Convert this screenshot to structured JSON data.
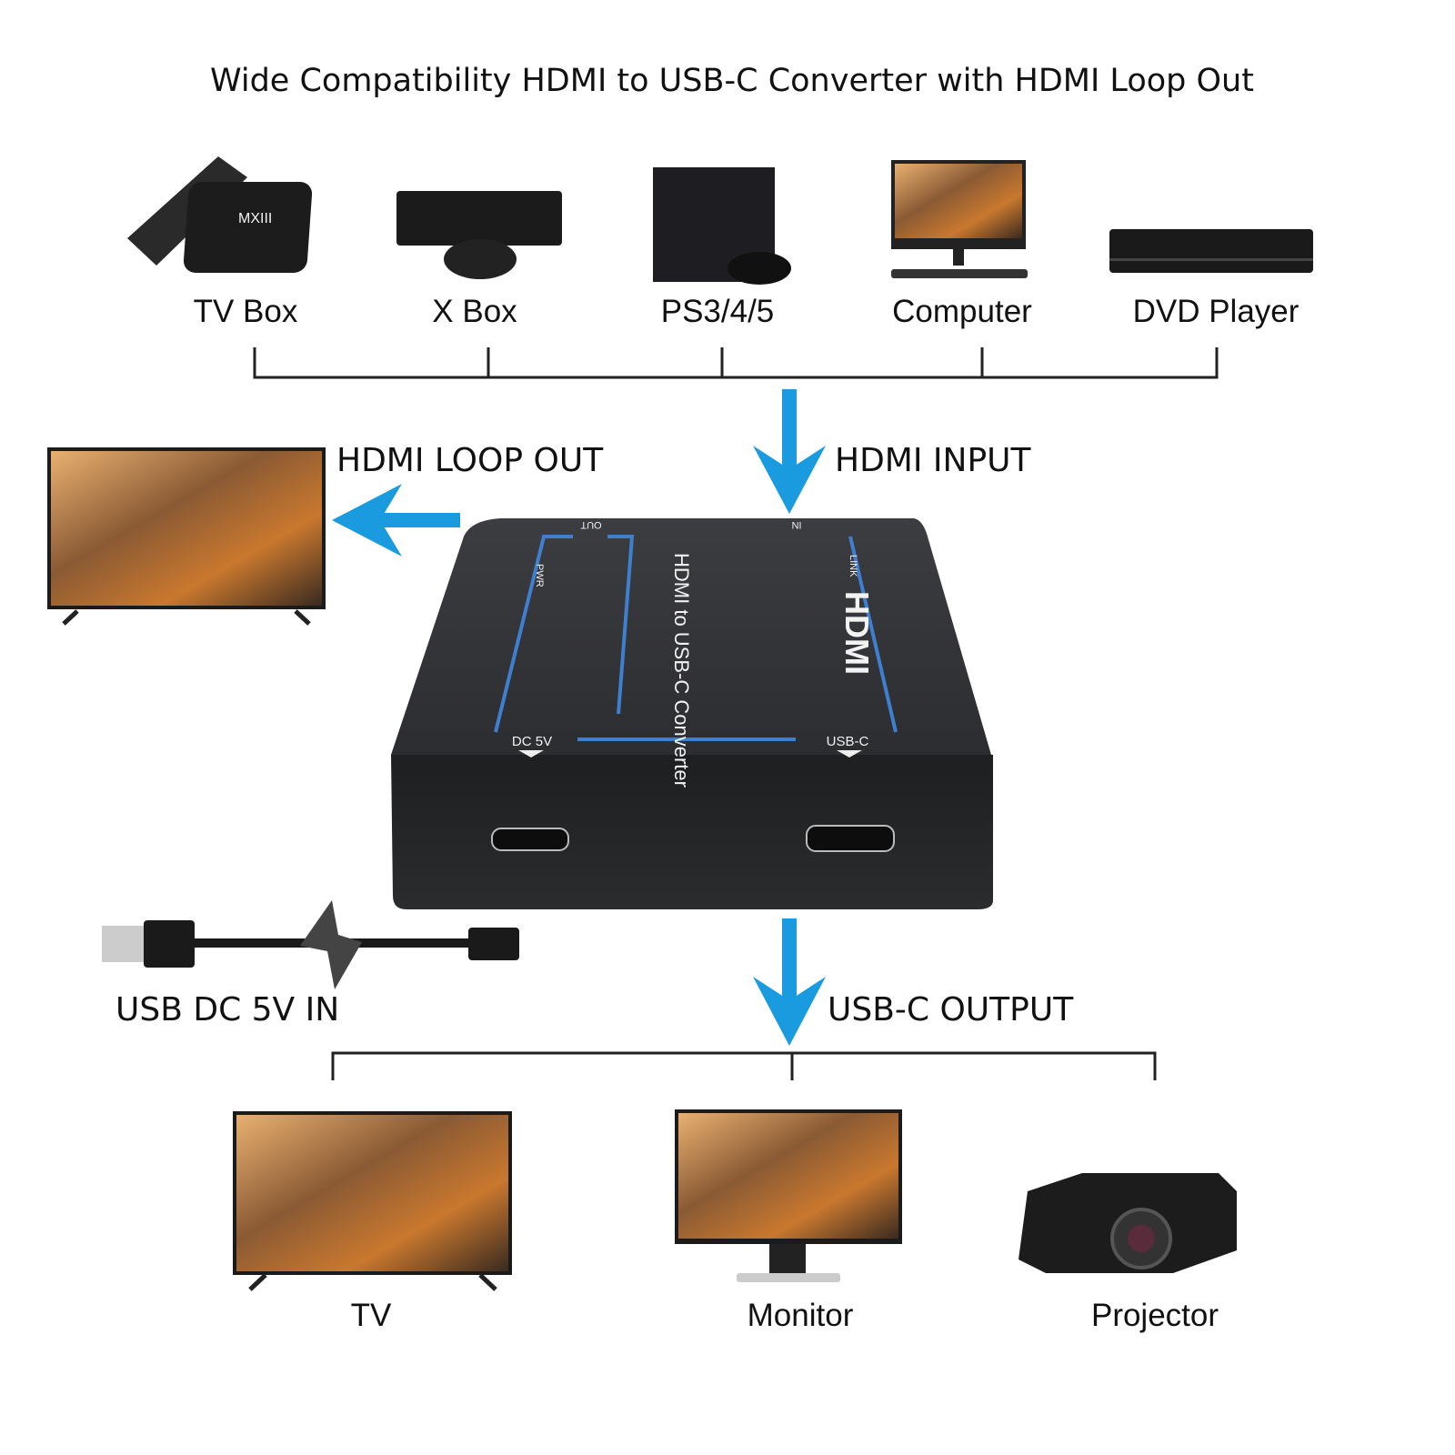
{
  "title": "Wide Compatibility HDMI to USB-C Converter with HDMI Loop Out",
  "sources": [
    {
      "label": "TV Box",
      "icon": "tv-box-icon"
    },
    {
      "label": "X Box",
      "icon": "xbox-icon"
    },
    {
      "label": "PS3/4/5",
      "icon": "playstation-icon"
    },
    {
      "label": "Computer",
      "icon": "computer-icon"
    },
    {
      "label": "DVD Player",
      "icon": "dvd-player-icon"
    }
  ],
  "tv_box_brand": "MXIII",
  "arrows": {
    "hdmi_input": "HDMI INPUT",
    "hdmi_loop_out": "HDMI LOOP OUT",
    "usb_c_output": "USB-C OUTPUT",
    "usb_power": "USB DC 5V IN"
  },
  "device": {
    "name": "HDMI to USB-C Converter",
    "logo": "HDMI",
    "out": "OUT",
    "in": "IN",
    "pwr": "PWR",
    "link": "LINK",
    "dc5v": "DC 5V",
    "usbc": "USB-C"
  },
  "outputs": [
    {
      "label": "TV",
      "icon": "tv-icon"
    },
    {
      "label": "Monitor",
      "icon": "monitor-icon"
    },
    {
      "label": "Projector",
      "icon": "projector-icon"
    }
  ],
  "colors": {
    "arrow": "#1a9be0",
    "device": "#2e2f31",
    "trace": "#3f7fd0"
  }
}
